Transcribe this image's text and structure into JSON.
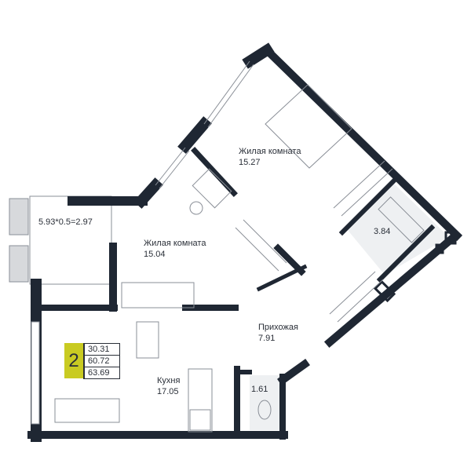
{
  "colors": {
    "wall": "#1f2733",
    "badge": "#c9cb22",
    "furniture": "#8a8f97",
    "tile": "#eef0f2"
  },
  "rooms": [
    {
      "name": "Жилая комната",
      "area": "15.27"
    },
    {
      "name": "Жилая комната",
      "area": "15.04"
    },
    {
      "name": "",
      "area": "5.93*0.5=2.97"
    },
    {
      "name": "",
      "area": "3.84"
    },
    {
      "name": "Прихожая",
      "area": "7.91"
    },
    {
      "name": "Кухня",
      "area": "17.05"
    },
    {
      "name": "",
      "area": "1.61"
    }
  ],
  "badge": {
    "rooms_count": "2",
    "living_area": "30.31",
    "total_area": "60.72",
    "total_area_with_balcony": "63.69"
  }
}
